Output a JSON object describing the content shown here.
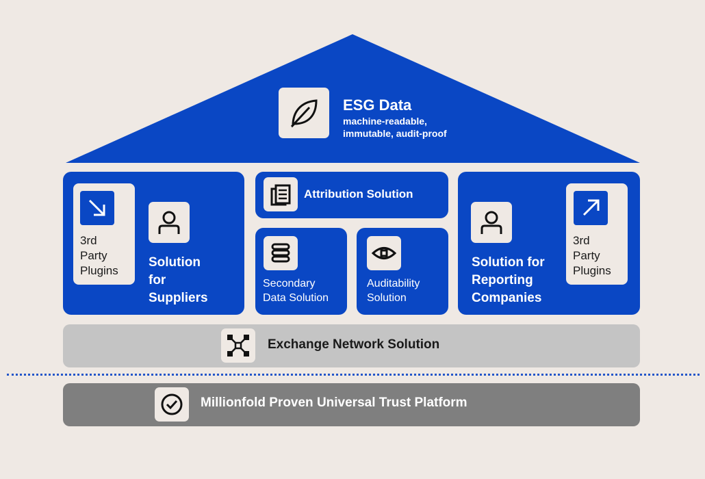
{
  "roof": {
    "title": "ESG Data",
    "subtitle": "machine-readable,\nimmutable, audit-proof",
    "icon": "leaf-icon"
  },
  "suppliers": {
    "plugins_label": "3rd\nParty\nPlugins",
    "plugins_icon": "arrow-down-right-icon",
    "solution_label": "Solution\nfor\nSuppliers",
    "solution_icon": "person-icon"
  },
  "attribution": {
    "label": "Attribution Solution",
    "icon": "documents-icon"
  },
  "secondary": {
    "label": "Secondary\nData Solution",
    "icon": "database-icon"
  },
  "auditability": {
    "label": "Auditability\nSolution",
    "icon": "eye-icon"
  },
  "reporting": {
    "solution_label": "Solution for\nReporting\nCompanies",
    "solution_icon": "person-icon",
    "plugins_label": "3rd\nParty\nPlugins",
    "plugins_icon": "arrow-up-right-icon"
  },
  "exchange": {
    "label": "Exchange Network Solution",
    "icon": "network-icon"
  },
  "platform": {
    "label": "Millionfold Proven Universal Trust Platform",
    "icon": "check-circle-icon"
  },
  "colors": {
    "blue": "#0a47c4",
    "cream": "#efe9e4",
    "exchange_bar": "#c4c4c4",
    "platform_bar": "#7f7f7f"
  }
}
